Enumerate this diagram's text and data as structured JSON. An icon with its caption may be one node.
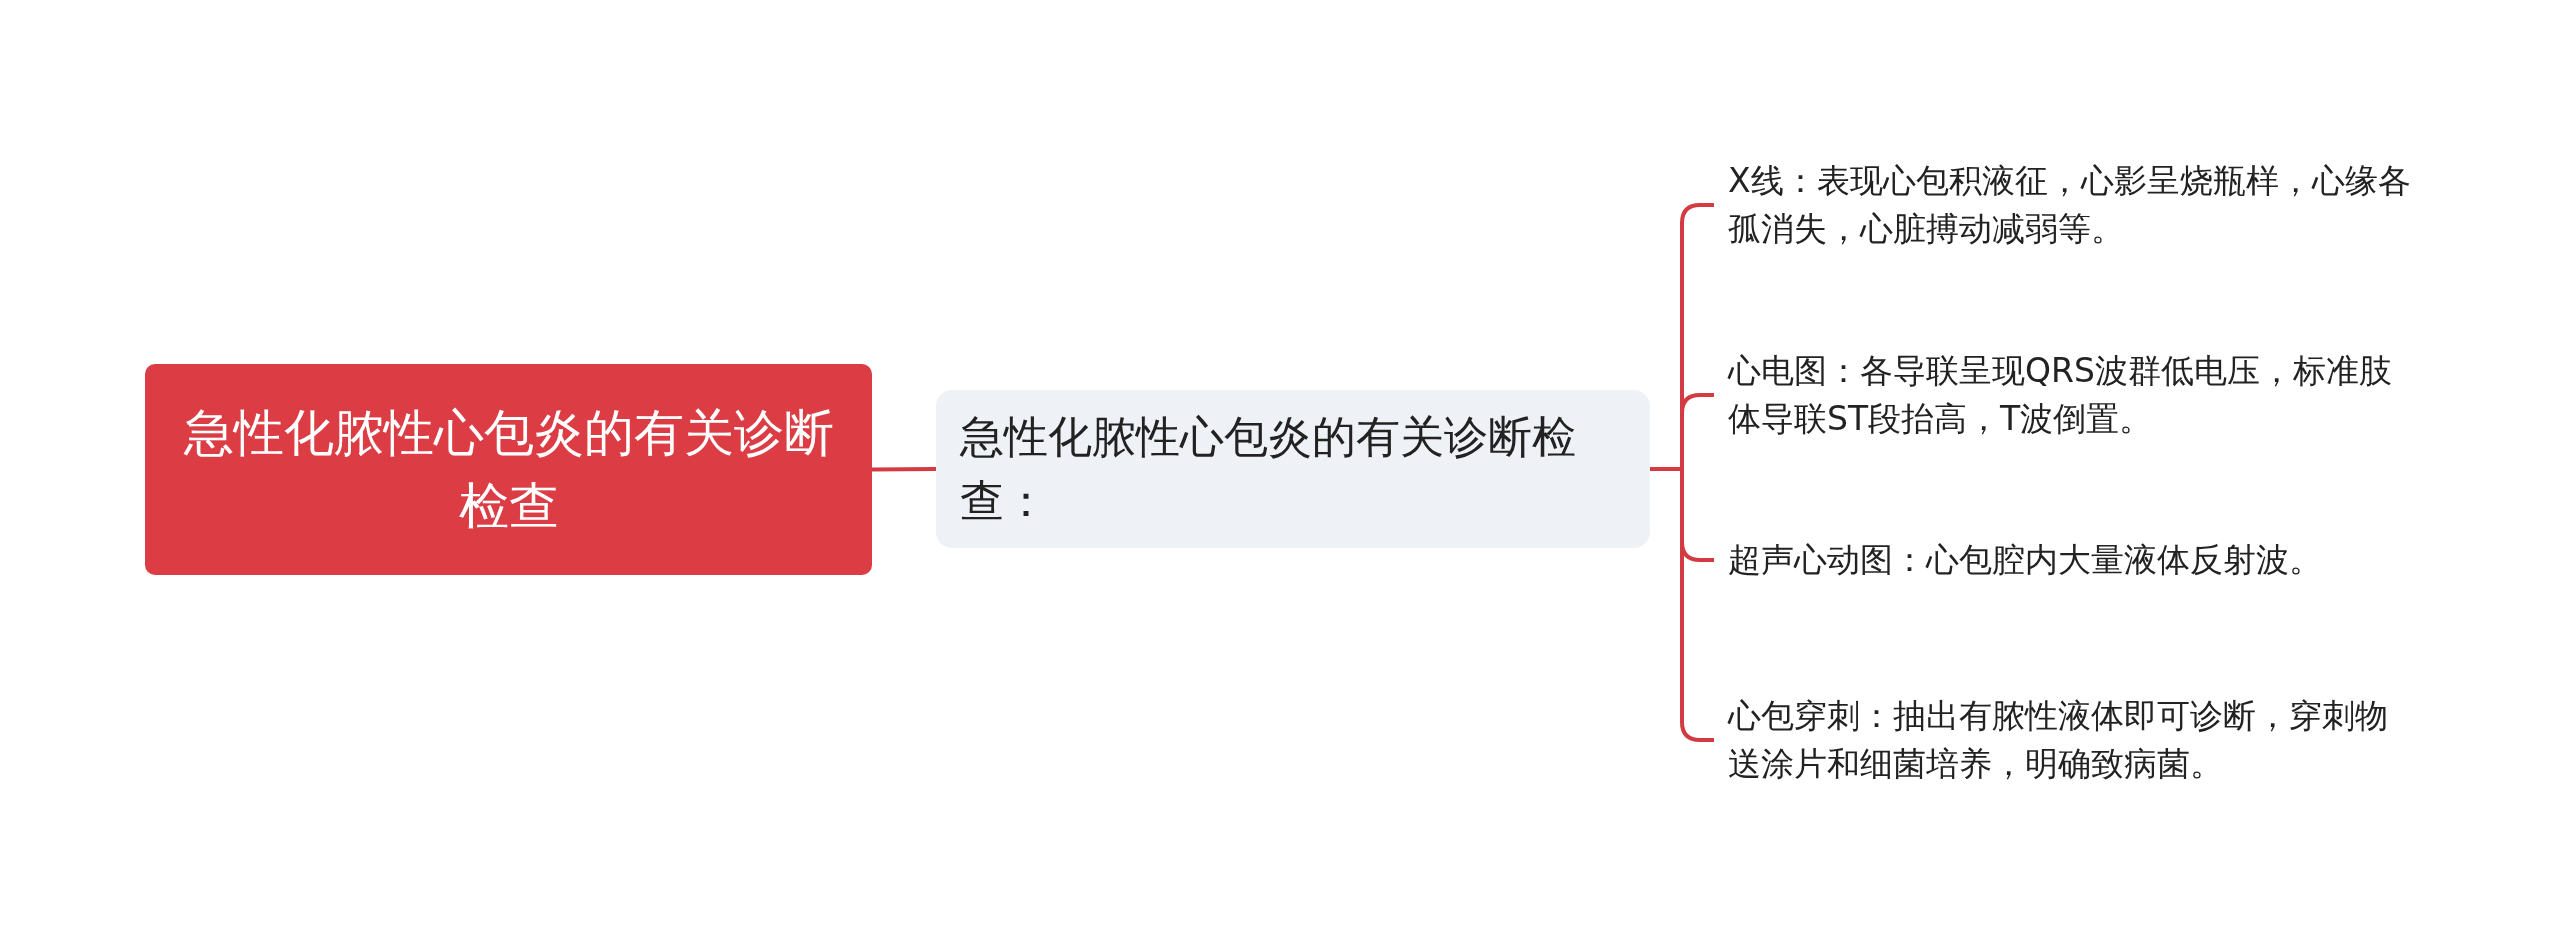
{
  "diagram": {
    "nodes": [
      {
        "text": [
          "急性化脓性心包炎的有关诊断检查"
        ]
      },
      {
        "text": [
          "急性化脓性心包炎的有关诊断检查："
        ]
      },
      {
        "text": [
          "X线：表现心包积液征，心影呈烧瓶样，心缘各孤消失，心脏搏动减弱等。"
        ]
      },
      {
        "text": [
          "心电图：各导联呈现QRS波群低电压，标准肢体导联ST段抬高，T波倒置。"
        ]
      },
      {
        "text": [
          "超声心动图：心包腔内大量液体反射波。"
        ]
      },
      {
        "text": [
          "心包穿刺：抽出有脓性液体即可诊断，穿刺物送涂片和细菌培养，明确致病菌。"
        ]
      }
    ],
    "edges": [
      {
        "from": 0,
        "to": 1,
        "arrow": "none"
      },
      {
        "from": 1,
        "to": 2,
        "arrow": "none"
      },
      {
        "from": 1,
        "to": 3,
        "arrow": "none"
      },
      {
        "from": 1,
        "to": 4,
        "arrow": "none"
      },
      {
        "from": 1,
        "to": 5,
        "arrow": "none"
      }
    ]
  }
}
